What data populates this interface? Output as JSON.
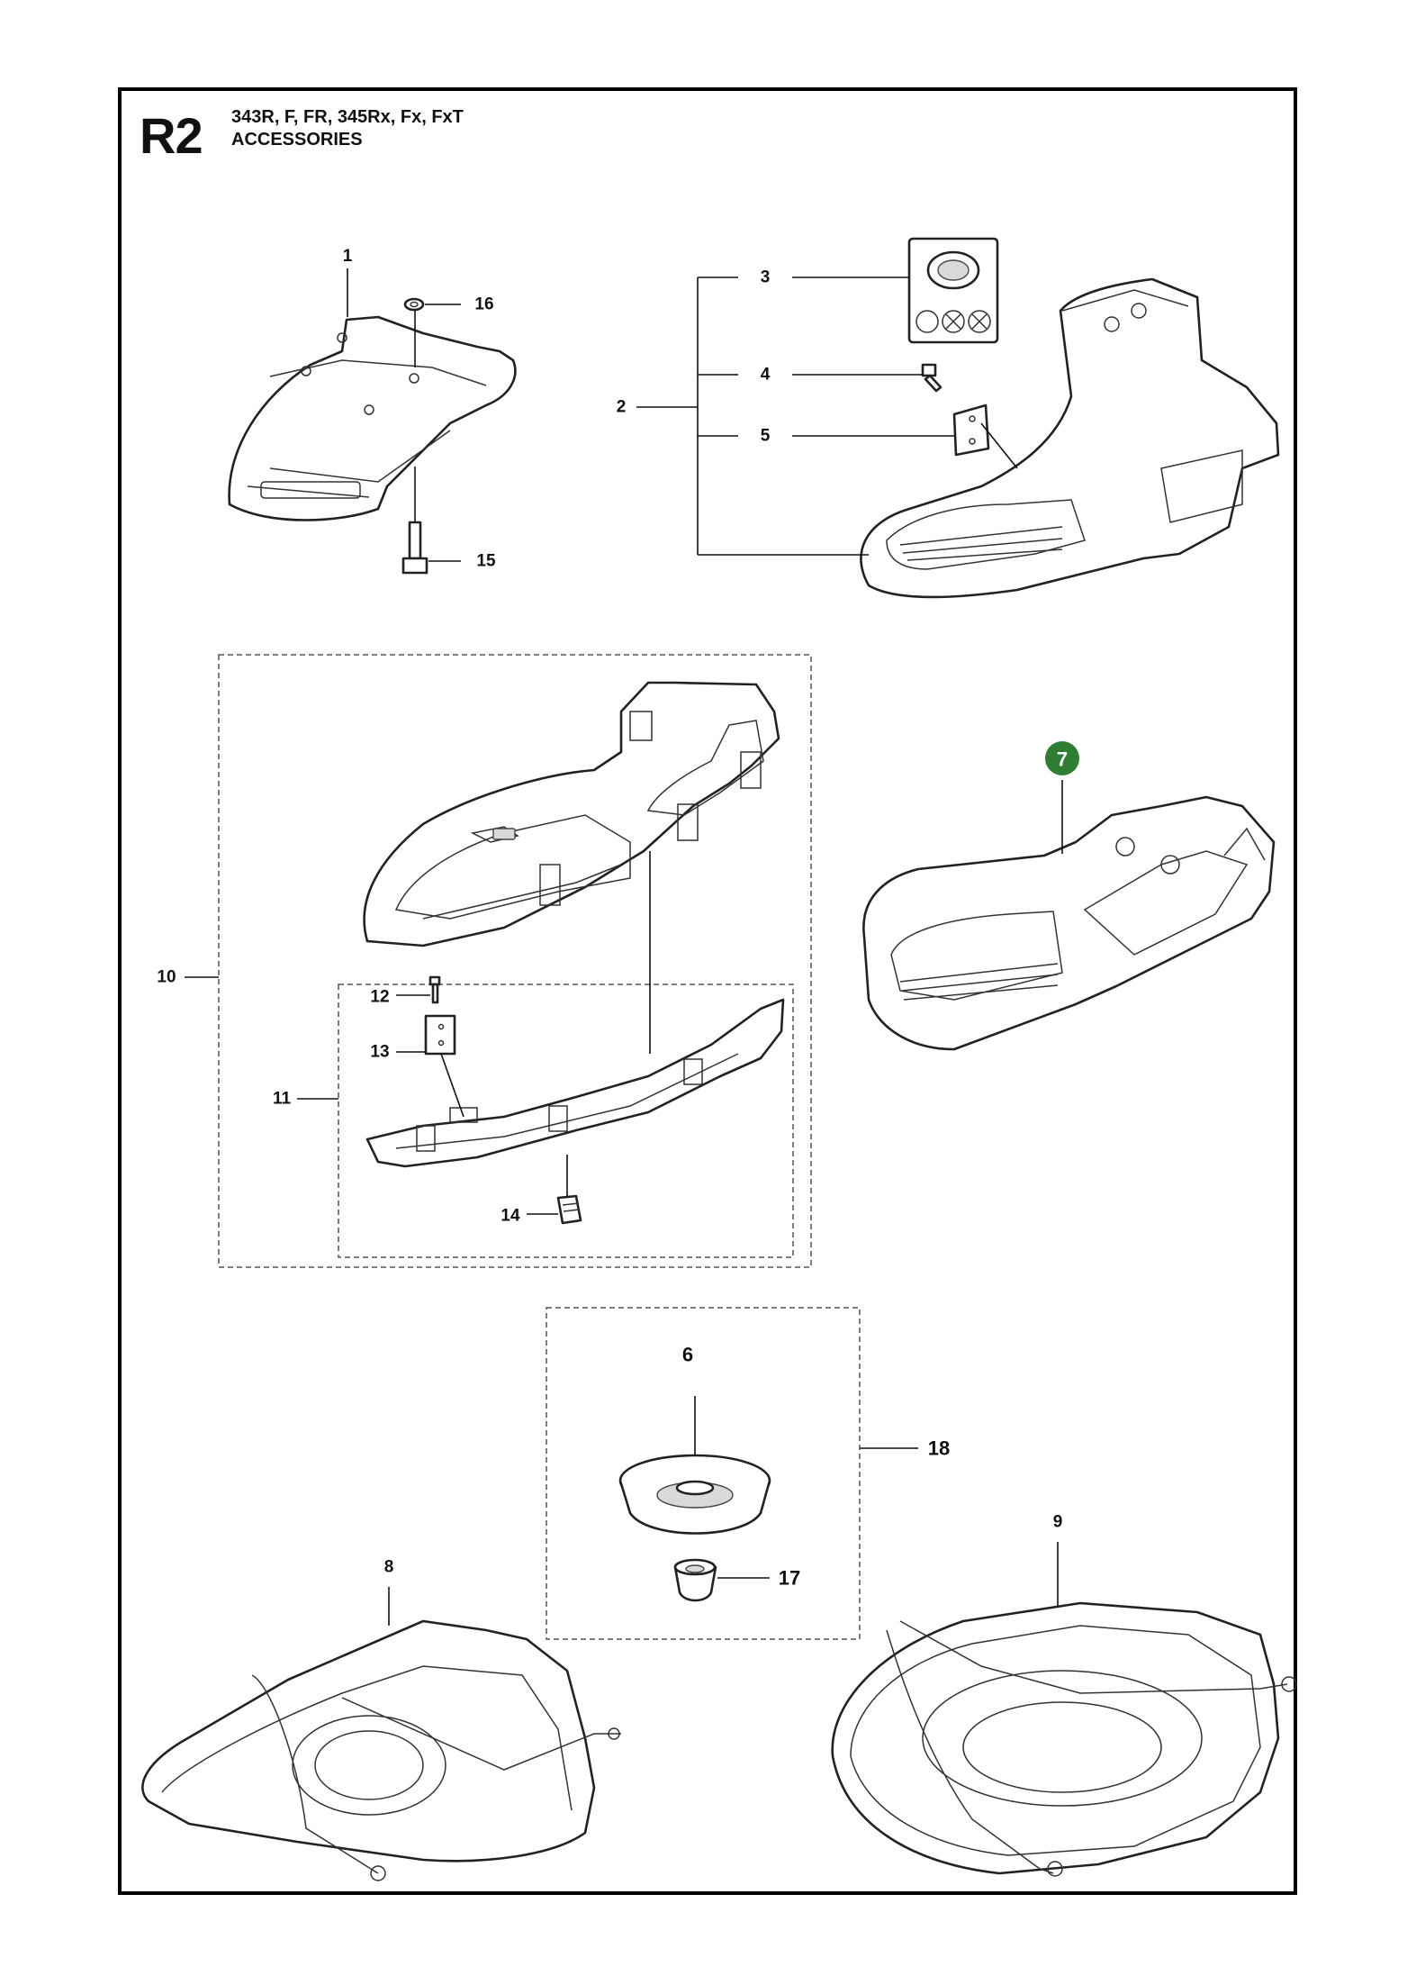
{
  "header": {
    "code": "R2",
    "models": "343R, F, FR, 345Rx, Fx, FxT",
    "section": "ACCESSORIES"
  },
  "callouts": {
    "p1": "1",
    "p2": "2",
    "p3": "3",
    "p4": "4",
    "p5": "5",
    "p6": "6",
    "p7": "7",
    "p8": "8",
    "p9": "9",
    "p10": "10",
    "p11": "11",
    "p12": "12",
    "p13": "13",
    "p14": "14",
    "p15": "15",
    "p16": "16",
    "p17": "17",
    "p18": "18"
  },
  "colors": {
    "highlight_badge": "#2e7d32",
    "highlight_text": "#ffffff",
    "frame": "#000000"
  }
}
